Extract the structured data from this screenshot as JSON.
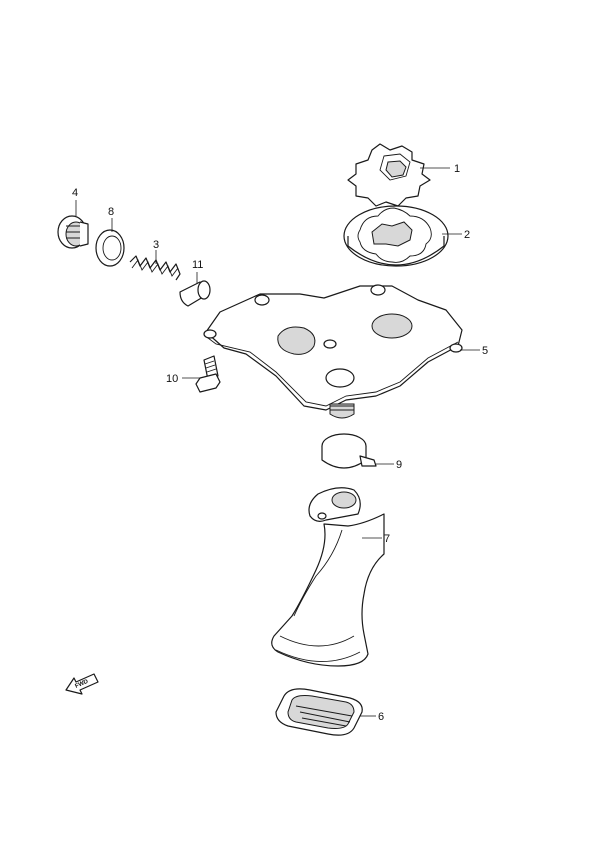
{
  "callouts": [
    {
      "id": "1",
      "label": "1"
    },
    {
      "id": "2",
      "label": "2"
    },
    {
      "id": "3",
      "label": "3"
    },
    {
      "id": "4",
      "label": "4"
    },
    {
      "id": "5",
      "label": "5"
    },
    {
      "id": "6",
      "label": "6"
    },
    {
      "id": "7",
      "label": "7"
    },
    {
      "id": "8",
      "label": "8"
    },
    {
      "id": "9",
      "label": "9"
    },
    {
      "id": "10",
      "label": "10"
    },
    {
      "id": "11",
      "label": "11"
    }
  ],
  "fwd_arrow": {
    "label": "FWD"
  },
  "colors": {
    "line": "#1a1a1a",
    "background": "#ffffff",
    "shade": "#d8d8d8"
  }
}
